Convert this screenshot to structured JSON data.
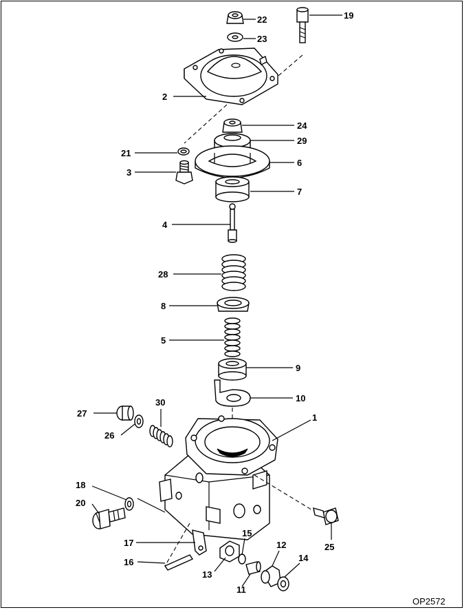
{
  "drawing_code": "OP2572",
  "callouts": {
    "c1": "1",
    "c2": "2",
    "c3": "3",
    "c4": "4",
    "c5": "5",
    "c6": "6",
    "c7": "7",
    "c8": "8",
    "c9": "9",
    "c10": "10",
    "c11": "11",
    "c12": "12",
    "c13": "13",
    "c14": "14",
    "c15": "15",
    "c16": "16",
    "c17": "17",
    "c18": "18",
    "c19": "19",
    "c20": "20",
    "c21": "21",
    "c22": "22",
    "c23": "23",
    "c24": "24",
    "c25": "25",
    "c26": "26",
    "c27": "27",
    "c28": "28",
    "c29": "29",
    "c30": "30"
  }
}
